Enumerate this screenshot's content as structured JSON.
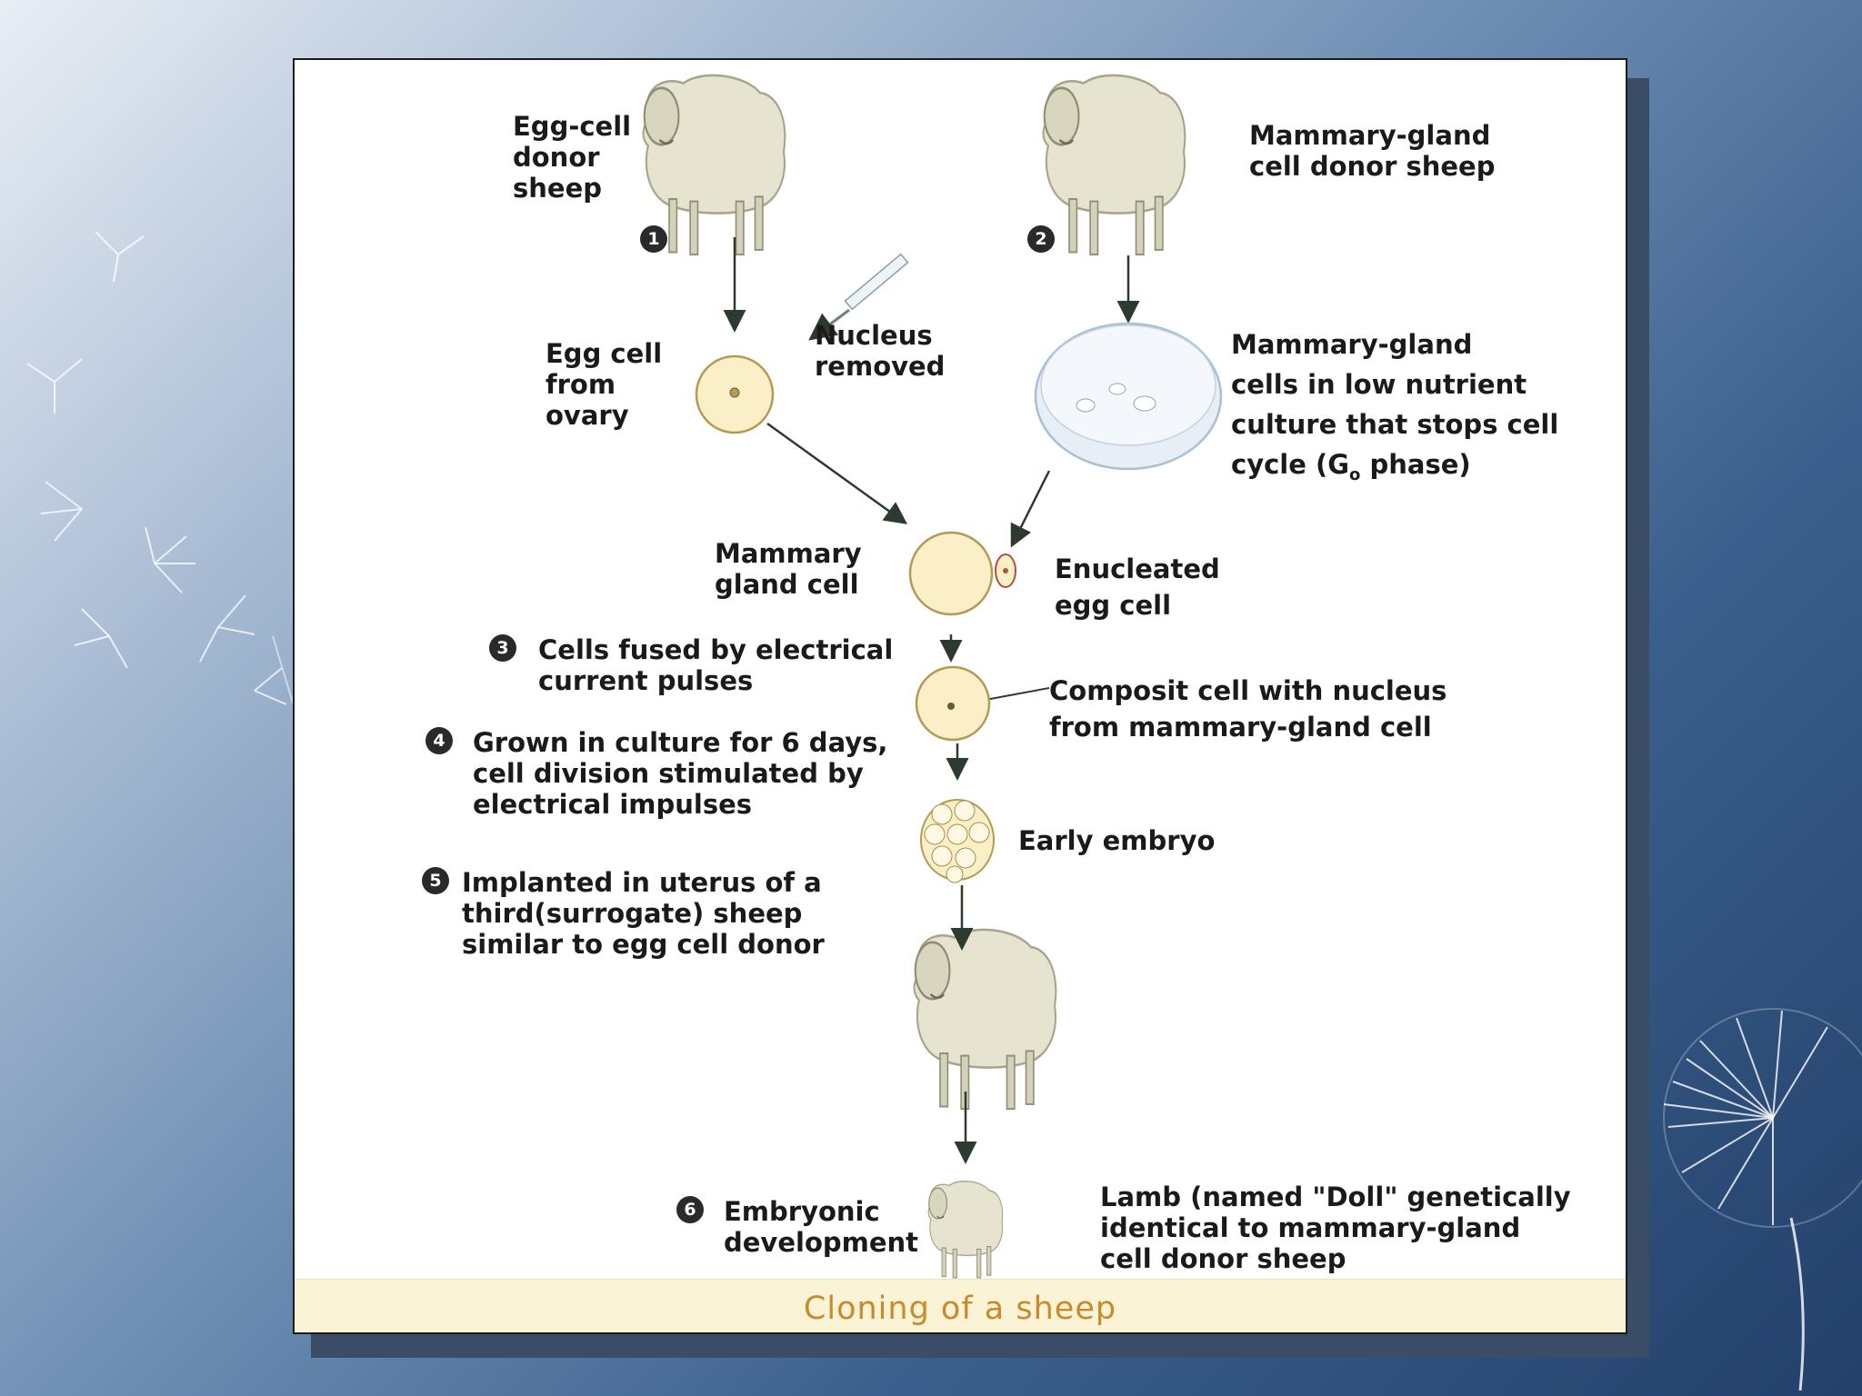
{
  "steps": {
    "s1": "1",
    "s2": "2",
    "s3": "3",
    "s4": "4",
    "s5": "5",
    "s6": "6"
  },
  "labels": {
    "egg_donor": "Egg-cell\ndonor\nsheep",
    "mammary_donor": "Mammary-gland\ncell donor sheep",
    "egg_cell": "Egg cell\nfrom\novary",
    "nucleus_removed": "Nucleus\nremoved",
    "culture_line1": "Mammary-gland",
    "culture_line2": "cells in low nutrient",
    "culture_line3": "culture that stops cell",
    "culture_line4_pre": "cycle (G",
    "culture_line4_sub": "o",
    "culture_line4_post": " phase)",
    "mammary_cell": "Mammary\ngland cell",
    "enucleated": "Enucleated\negg cell",
    "fused": "Cells fused by electrical\ncurrent pulses",
    "composit": "Composit cell with nucleus\nfrom mammary-gland cell",
    "grown": "Grown in culture for 6 days,\ncell division stimulated by\nelectrical impulses",
    "early_embryo": "Early embryo",
    "implanted": "Implanted in uterus of a\nthird(surrogate) sheep\nsimilar to egg cell donor",
    "embryonic": "Embryonic\ndevelopment",
    "lamb": "Lamb (named \"Doll\" genetically\nidentical to mammary-gland\ncell donor sheep"
  },
  "caption": "Cloning of a sheep",
  "colors": {
    "cell_fill": "#fbefc8",
    "cell_stroke": "#b39b55",
    "sheep_fill": "#e6e4d0",
    "caption_text": "#c98a2b",
    "caption_bg": "#fbf3d6"
  }
}
